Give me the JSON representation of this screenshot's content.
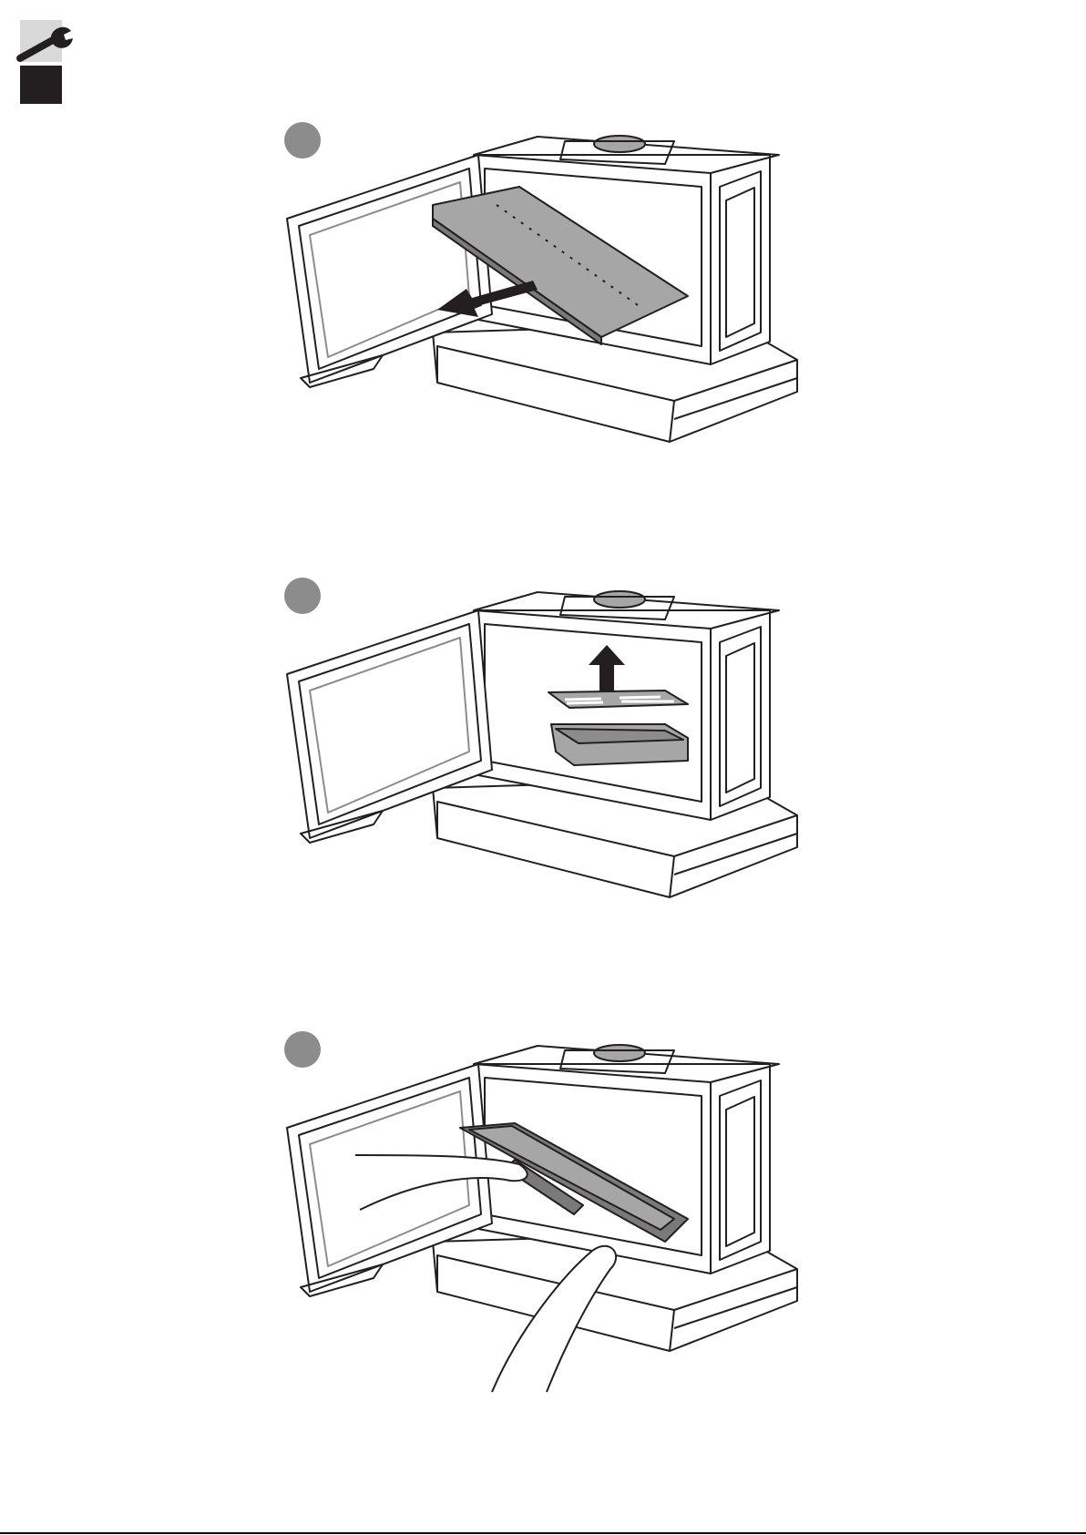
{
  "page": {
    "header_icon": "wrench-icon",
    "section_tab_colors": {
      "top": "#d9d9d9",
      "bottom": "#231f20"
    }
  },
  "steps": [
    {
      "id": 1,
      "number": "",
      "arrow": "pull-out-arrow-icon",
      "action": "remove-baffle-plate"
    },
    {
      "id": 2,
      "number": "",
      "arrow": "lift-up-arrow-icon",
      "action": "remove-grate-and-ash-pan"
    },
    {
      "id": 3,
      "number": "",
      "arrow": "",
      "action": "remove-liner-with-hands"
    }
  ],
  "colors": {
    "line": "#231f20",
    "part_fill": "#a6a6a6",
    "part_dark": "#7a7a7a",
    "marker": "#8c8c8c"
  }
}
